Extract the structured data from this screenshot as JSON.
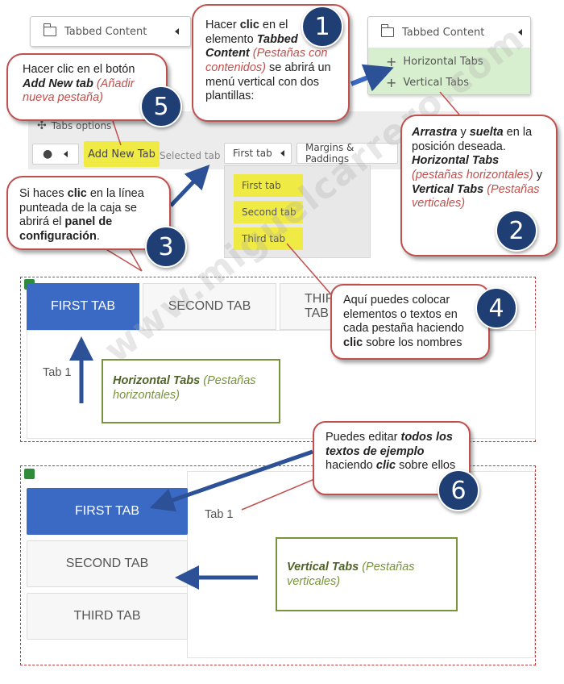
{
  "widget_left": {
    "label": "Tabbed Content"
  },
  "widget_right": {
    "label": "Tabbed Content",
    "templates": [
      "Horizontal Tabs",
      "Vertical Tabs"
    ]
  },
  "toolbar": {
    "tabs_options": "Tabs options",
    "add_new_tab": "Add New Tab",
    "selected_tab": "Selected tab",
    "first_tab": "First tab",
    "margins": "Margins & Paddings"
  },
  "dropdown": {
    "items": [
      "First tab",
      "Second tab",
      "Third tab"
    ]
  },
  "callouts": {
    "c1": {
      "num": "1",
      "p1": "Hacer ",
      "p2": "clic",
      "p3": " en el elemento ",
      "p4": "Tabbed Content",
      "p5": " (Pestañas con contenidos)",
      "p6": " se abrirá un menú vertical con dos plantillas:"
    },
    "c2": {
      "num": "2",
      "p1": "Arrastra",
      "p2": " y ",
      "p3": "suelta",
      "p4": " en la posición deseada. ",
      "p5": "Horizontal Tabs",
      "p6": " (pestañas horizontales)",
      "p7": " y ",
      "p8": "Vertical Tabs",
      "p9": " (Pestañas verticales)"
    },
    "c3": {
      "num": "3",
      "p1": "Si haces  ",
      "p2": "clic",
      "p3": "  en la línea punteada de la caja se abrirá el ",
      "p4": "panel de configuración",
      "p5": "."
    },
    "c4": {
      "num": "4",
      "p1": "Aquí puedes colocar elementos o textos en cada pestaña haciendo ",
      "p2": "clic",
      "p3": " sobre los nombres"
    },
    "c5": {
      "num": "5",
      "p1": "Hacer clic en el botón ",
      "p2": "Add New tab",
      "p3": " (Añadir nueva pestaña)"
    },
    "c6": {
      "num": "6",
      "p1": "Puedes editar ",
      "p2": "todos los textos de ejemplo",
      "p3": " haciendo ",
      "p4": "clic",
      "p5": " sobre ellos"
    }
  },
  "horizontal": {
    "tabs": [
      "FIRST TAB",
      "SECOND TAB",
      "THIRD TAB"
    ],
    "content": "Tab 1",
    "label_bold": "Horizontal Tabs",
    "label_rest": " (Pestañas horizontales)"
  },
  "vertical": {
    "tabs": [
      "FIRST TAB",
      "SECOND TAB",
      "THIRD TAB"
    ],
    "content": "Tab 1",
    "label_bold": "Vertical Tabs",
    "label_rest": " (Pestañas verticales)"
  },
  "watermark": "www.miguelcarrero.com",
  "colors": {
    "accent": "#3a6ac4",
    "callout_border": "#c0504d",
    "badge": "#1f3f74",
    "highlight": "#f0eb44",
    "template_bg": "#d8efcf"
  }
}
